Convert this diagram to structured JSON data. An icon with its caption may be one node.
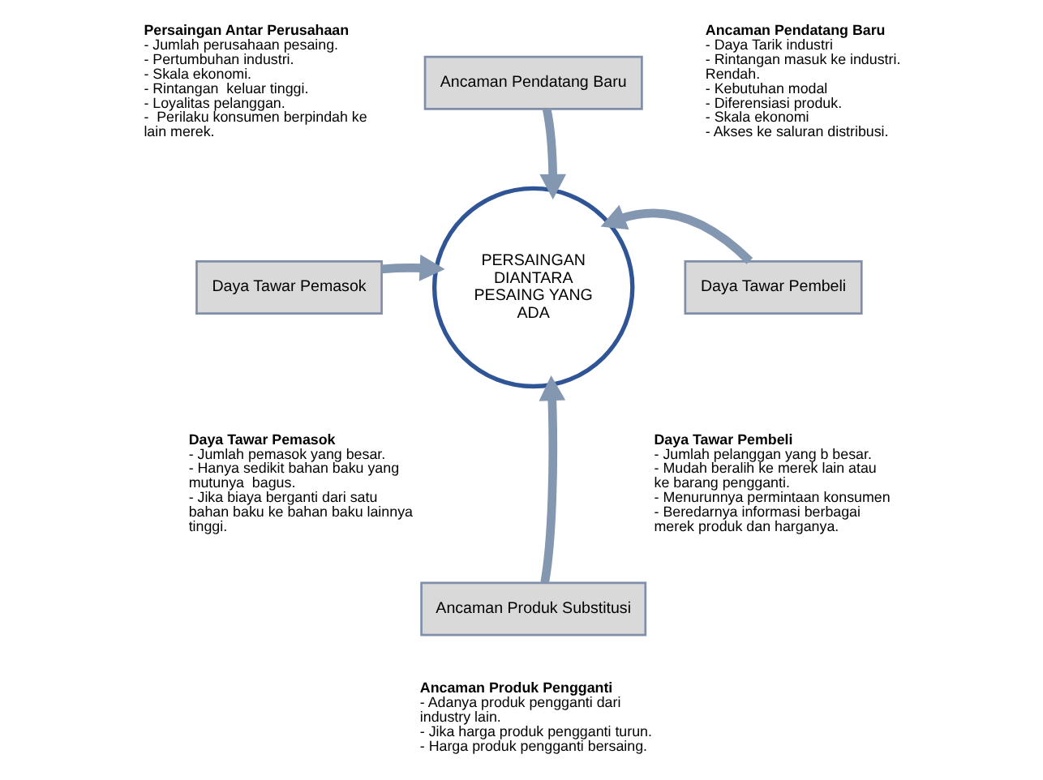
{
  "diagram": {
    "nodes": [
      {
        "text": [
          "PERSAINGAN DIANTARA PESAING YANG ADA"
        ],
        "beside": [
          "Persaingan Antar Perusahaan",
          "- Jumlah perusahaan pesaing.",
          "- Pertumbuhan industri.",
          "- Skala ekonomi.",
          "- Rintangan  keluar tinggi.",
          "- Loyalitas pelanggan.",
          "-  Perilaku konsumen berpindah ke lain merek."
        ]
      },
      {
        "text": [
          "Ancaman Pendatang Baru"
        ],
        "beside": [
          "Ancaman Pendatang Baru",
          "- Daya Tarik industri",
          "- Rintangan masuk ke industri. Rendah.",
          "- Kebutuhan modal",
          "- Diferensiasi produk.",
          "- Skala ekonomi",
          "- Akses ke saluran distribusi."
        ]
      },
      {
        "text": [
          "Daya Tawar Pemasok"
        ],
        "beside": [
          "Daya Tawar Pemasok",
          "- Jumlah pemasok yang besar.",
          "- Hanya sedikit bahan baku yang mutunya  bagus.",
          "- Jika biaya berganti dari satu bahan baku ke bahan baku lainnya tinggi."
        ]
      },
      {
        "text": [
          "Daya Tawar Pembeli"
        ],
        "beside": [
          "Daya Tawar Pembeli",
          "- Jumlah pelanggan yang b besar.",
          "- Mudah beralih ke merek lain atau  ke barang pengganti.",
          "- Menurunnya permintaan konsumen",
          "- Beredarnya informasi berbagai merek produk dan harganya."
        ]
      },
      {
        "text": [
          "Ancaman Produk Substitusi"
        ],
        "beside": [
          "Ancaman Produk Pengganti",
          "- Adanya produk pengganti dari industry lain.",
          "- Jika harga produk pengganti turun.",
          "- Harga produk pengganti bersaing."
        ]
      }
    ],
    "edges": [
      {
        "from": 1,
        "to": 0,
        "arrow": "to"
      },
      {
        "from": 2,
        "to": 0,
        "arrow": "to"
      },
      {
        "from": 3,
        "to": 0,
        "arrow": "to"
      },
      {
        "from": 4,
        "to": 0,
        "arrow": "to"
      }
    ]
  }
}
